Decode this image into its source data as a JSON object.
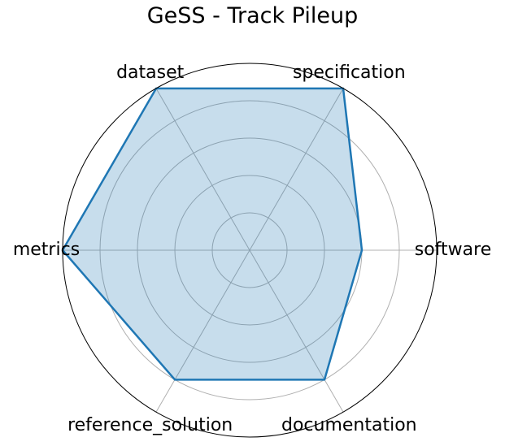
{
  "chart_data": {
    "type": "radar",
    "title": "GeSS - Track Pileup",
    "categories": [
      "software",
      "specification",
      "dataset",
      "metrics",
      "reference_solution",
      "documentation"
    ],
    "series": [
      {
        "name": "GeSS - Track Pileup",
        "values": [
          3,
          5,
          5,
          5,
          4,
          4
        ],
        "color": "#1f77b4",
        "fill": "#1f77b4",
        "fill_alpha": 0.25
      }
    ],
    "rlim": [
      0,
      5
    ],
    "r_gridlines": [
      1,
      2,
      3,
      4
    ],
    "r_ticklabels_visible": false,
    "grid": true,
    "legend": false
  }
}
